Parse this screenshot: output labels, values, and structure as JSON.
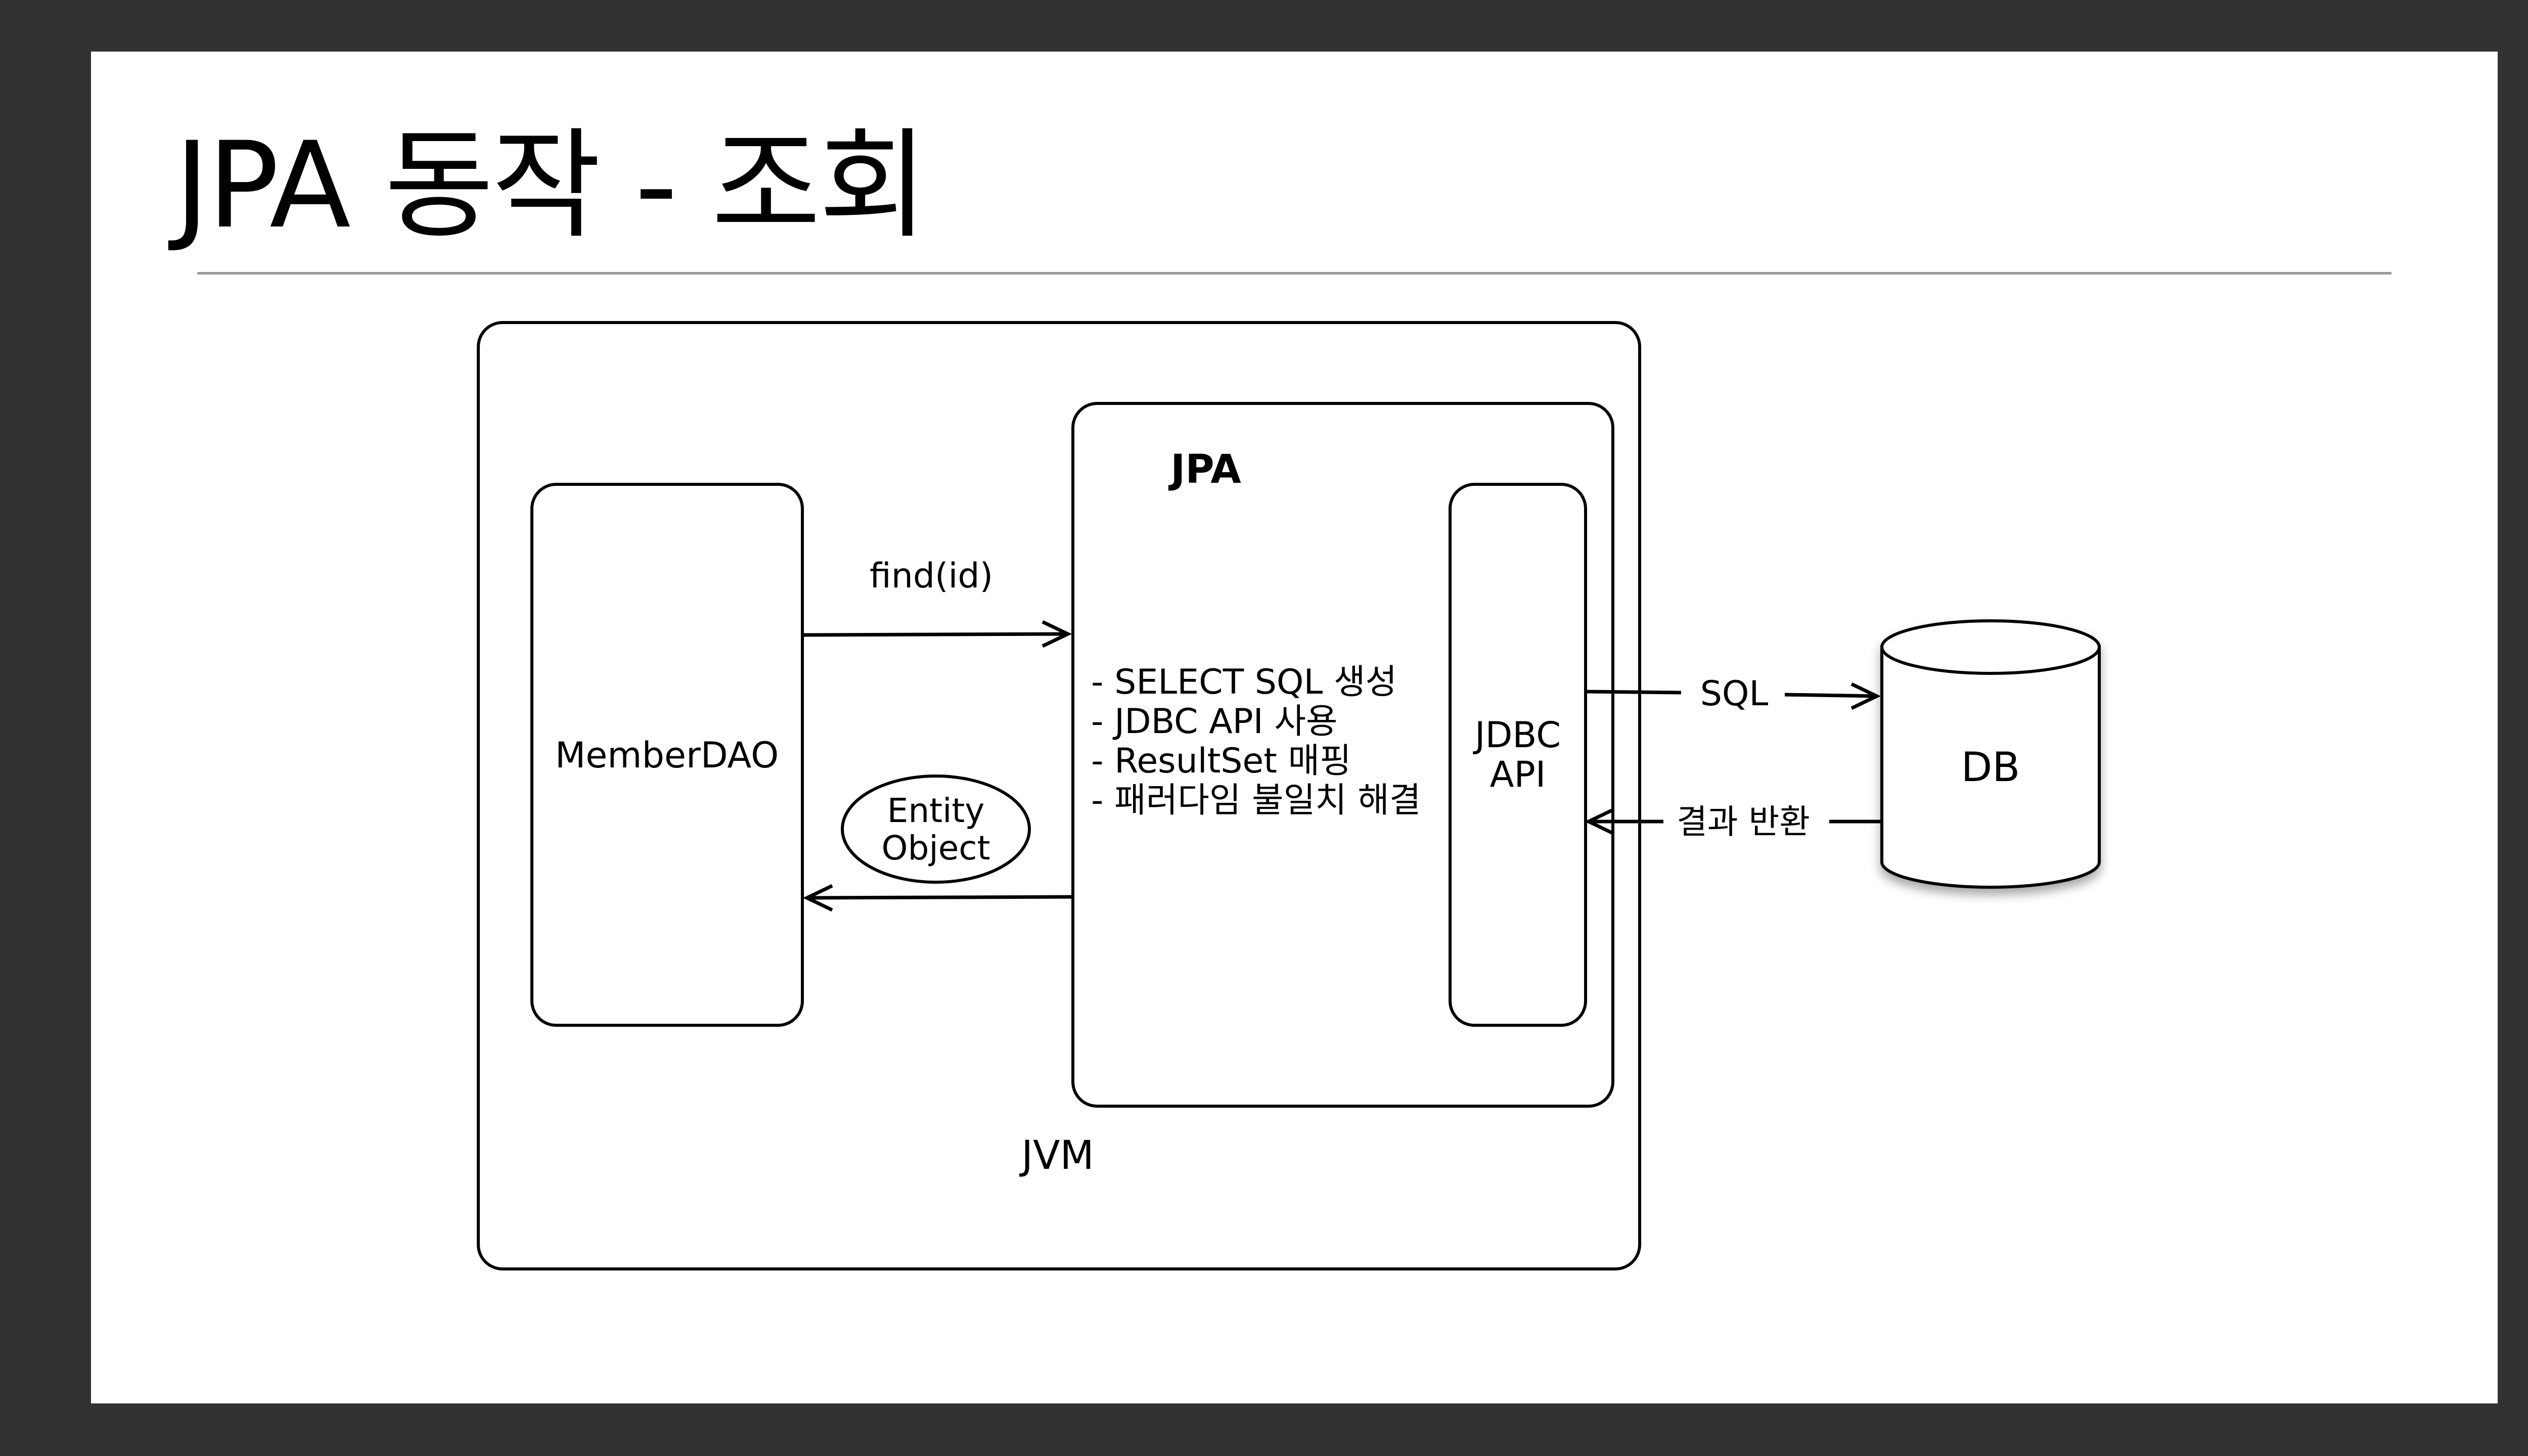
{
  "slide": {
    "title": "JPA 동작 - 조회"
  },
  "diagram": {
    "jvm_label": "JVM",
    "jpa_label": "JPA",
    "member_dao_label": "MemberDAO",
    "jdbc_label_line1": "JDBC",
    "jdbc_label_line2": "API",
    "db_label": "DB",
    "find_label": "find(id)",
    "entity_line1": "Entity",
    "entity_line2": "Object",
    "sql_label": "SQL",
    "result_label": "결과 반환",
    "jpa_steps": [
      "- SELECT SQL 생성",
      "- JDBC API 사용",
      "- ResultSet 매핑",
      "- 패러다임 불일치 해결"
    ]
  }
}
